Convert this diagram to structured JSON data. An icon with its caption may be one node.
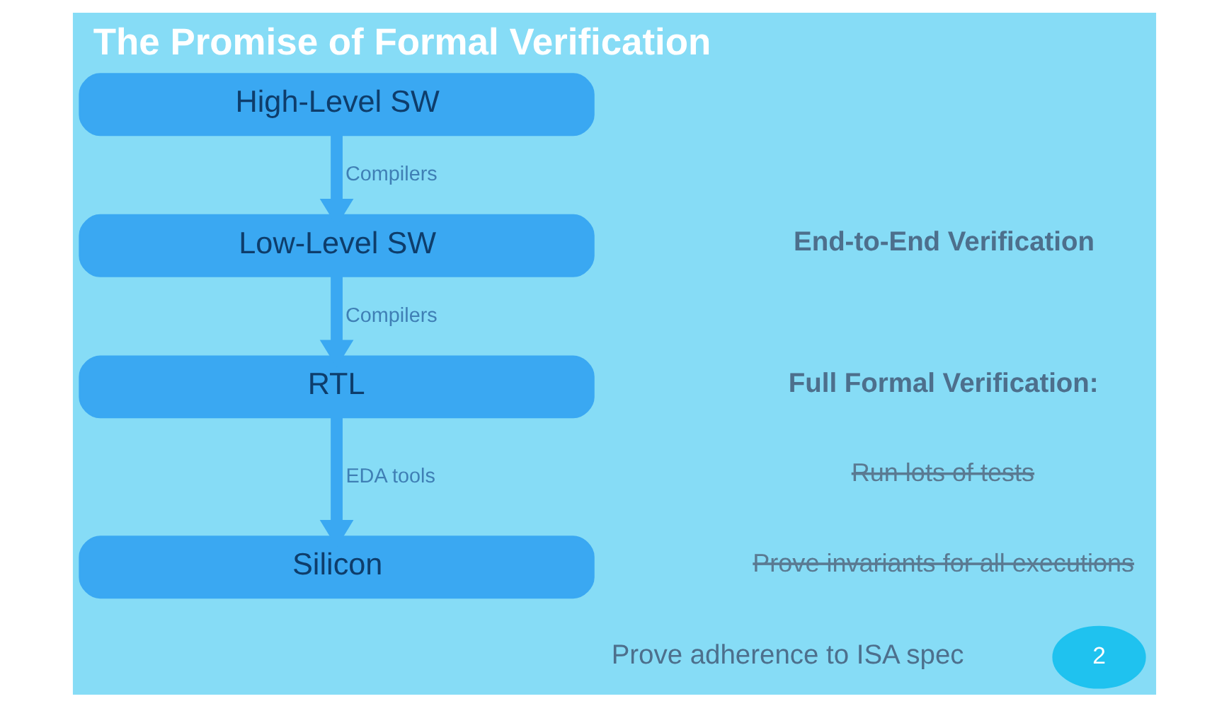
{
  "diagram": {
    "title": "The Promise of Formal Verification",
    "nodes": [
      {
        "text": [
          "High-Level SW"
        ]
      },
      {
        "text": [
          "Low-Level SW"
        ]
      },
      {
        "text": [
          "RTL"
        ]
      },
      {
        "text": [
          "Silicon"
        ]
      }
    ],
    "edges": [
      {
        "from": 0,
        "to": 1,
        "arrow": "to",
        "label": "Compilers"
      },
      {
        "from": 1,
        "to": 2,
        "arrow": "to",
        "label": "Compilers"
      },
      {
        "from": 2,
        "to": 3,
        "arrow": "to",
        "label": "EDA tools"
      }
    ],
    "labels": [
      "End-to-End Verification",
      "Full Formal Verification:",
      "Run lots of tests",
      "Prove invariants for all executions",
      "Prove adherence to ISA spec",
      "2"
    ]
  }
}
